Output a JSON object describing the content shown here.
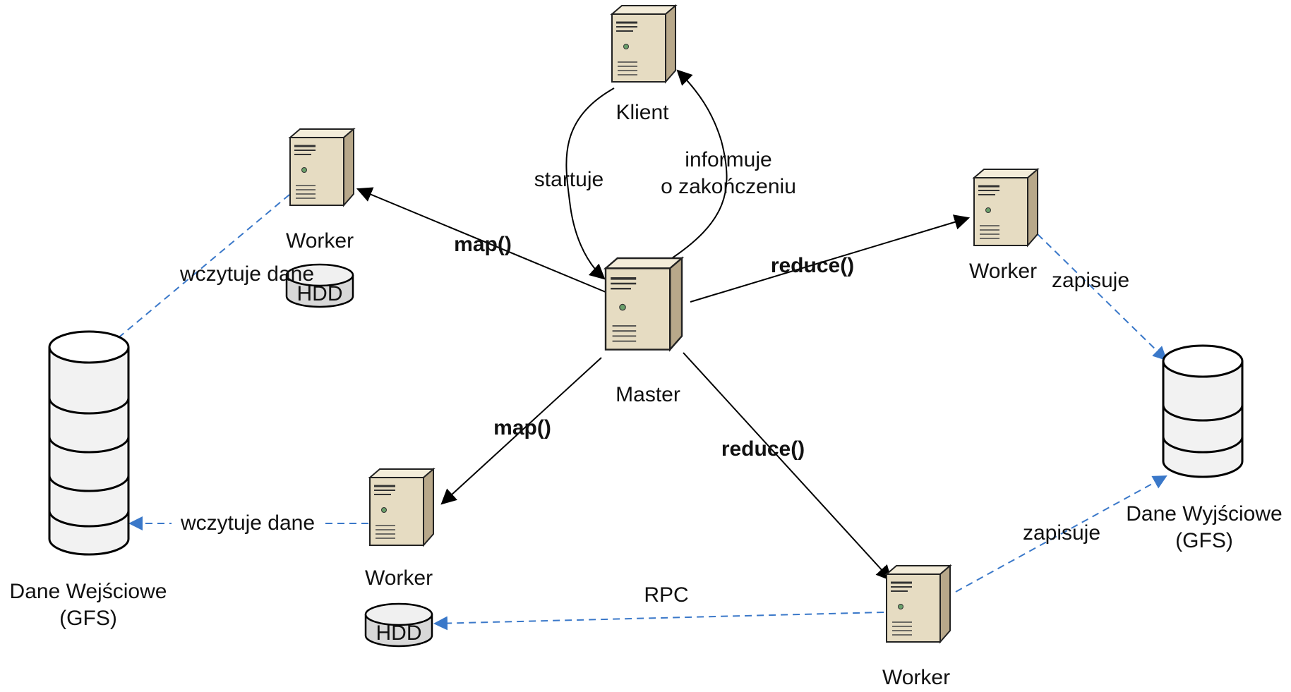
{
  "colors": {
    "dashed_arrow": "#3a78c9",
    "server_body": "#e6dcc2",
    "server_side": "#b8a88a",
    "hdd_fill": "#d8d8d8",
    "storage_fill": "#f2f2f2"
  },
  "nodes": {
    "client": {
      "label": "Klient",
      "icon": "server-icon"
    },
    "master": {
      "label": "Master",
      "icon": "server-icon"
    },
    "worker_top_left": {
      "label": "Worker",
      "icon": "server-icon"
    },
    "worker_bottom_left": {
      "label": "Worker",
      "icon": "server-icon"
    },
    "worker_top_right": {
      "label": "Worker",
      "icon": "server-icon"
    },
    "worker_bottom_right": {
      "label": "Worker",
      "icon": "server-icon"
    },
    "hdd_top": {
      "label": "HDD",
      "icon": "disk-icon"
    },
    "hdd_bottom": {
      "label": "HDD",
      "icon": "disk-icon"
    },
    "input_storage": {
      "label_line1": "Dane Wejściowe",
      "label_line2": "(GFS)",
      "icon": "database-icon"
    },
    "output_storage": {
      "label_line1": "Dane Wyjściowe",
      "label_line2": "(GFS)",
      "icon": "database-icon"
    }
  },
  "edges": {
    "start": "startuje",
    "notify_line1": "informuje",
    "notify_line2": "o zakończeniu",
    "map_top": "map()",
    "map_bottom": "map()",
    "reduce_top": "reduce()",
    "reduce_bottom": "reduce()",
    "read_top": "wczytuje dane",
    "read_bottom": "wczytuje dane",
    "write_top": "zapisuje",
    "write_bottom": "zapisuje",
    "rpc": "RPC"
  }
}
